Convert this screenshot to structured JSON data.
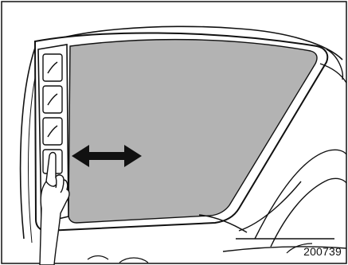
{
  "figure": {
    "id_label": "200739",
    "colors": {
      "line": "#111111",
      "glass_fill": "#b3b3b3",
      "background": "#ffffff"
    },
    "icons": [
      "sunroof-glass-panel",
      "roof-console-switches",
      "hand-icon",
      "double-arrow-icon"
    ]
  }
}
